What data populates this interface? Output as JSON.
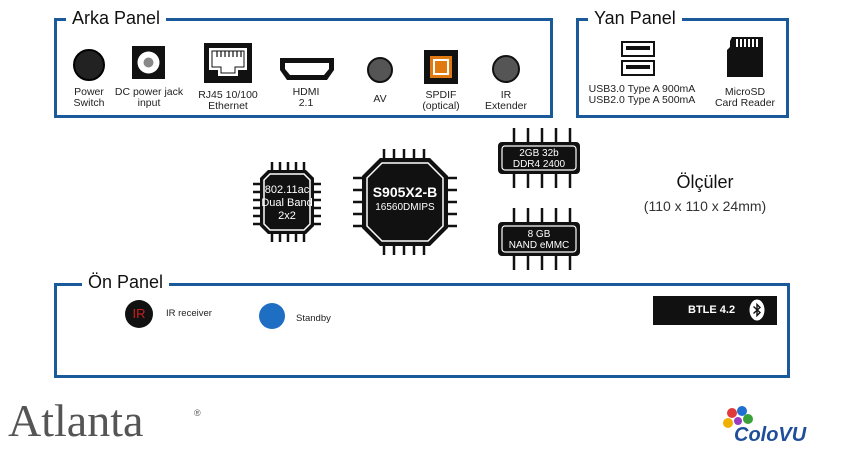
{
  "back_panel": {
    "title": "Arka Panel",
    "ports": [
      {
        "icon": "power-button-icon",
        "label_1": "Power",
        "label_2": "Switch"
      },
      {
        "icon": "dc-jack-icon",
        "label_1": "DC power jack",
        "label_2": "input"
      },
      {
        "icon": "ethernet-port-icon",
        "label_1": "RJ45 10/100",
        "label_2": "Ethernet"
      },
      {
        "icon": "hdmi-port-icon",
        "label_1": "HDMI",
        "label_2": "2.1"
      },
      {
        "icon": "av-port-icon",
        "label_1": "AV",
        "label_2": ""
      },
      {
        "icon": "spdif-port-icon",
        "label_1": "SPDIF",
        "label_2": "(optical)"
      },
      {
        "icon": "ir-extender-port-icon",
        "label_1": "IR",
        "label_2": "Extender"
      }
    ]
  },
  "side_panel": {
    "title": "Yan Panel",
    "usb_label_1": "USB3.0 Type A 900mA",
    "usb_label_2": "USB2.0 Type A 500mA",
    "sd_label_1": "MicroSD",
    "sd_label_2": "Card Reader"
  },
  "chips": {
    "wifi": {
      "line_1": "802.11ac",
      "line_2": "Dual Band",
      "line_3": "2x2"
    },
    "cpu": {
      "line_1": "S905X2-B",
      "line_2": "16560DMIPS"
    },
    "ram": {
      "line_1": "2GB 32b",
      "line_2": "DDR4 2400"
    },
    "storage": {
      "line_1": "8 GB",
      "line_2": "NAND eMMC"
    }
  },
  "dimensions": {
    "title": "Ölçüler",
    "value": "(110 x 110 x 24mm)"
  },
  "front_panel": {
    "title": "Ön Panel",
    "ir_badge": "IR",
    "ir_label": "IR receiver",
    "standby_label": "Standby",
    "bt_label": "BTLE 4.2"
  },
  "brands": {
    "left": "Atlanta",
    "left_mark": "®",
    "right": "ColoVU"
  },
  "colors": {
    "panel_border": "#1a5a9a",
    "standby": "#1e6fc4",
    "ir_red": "#cc1f1f",
    "spdif_orange": "#e07a10",
    "chip": "#111111"
  }
}
